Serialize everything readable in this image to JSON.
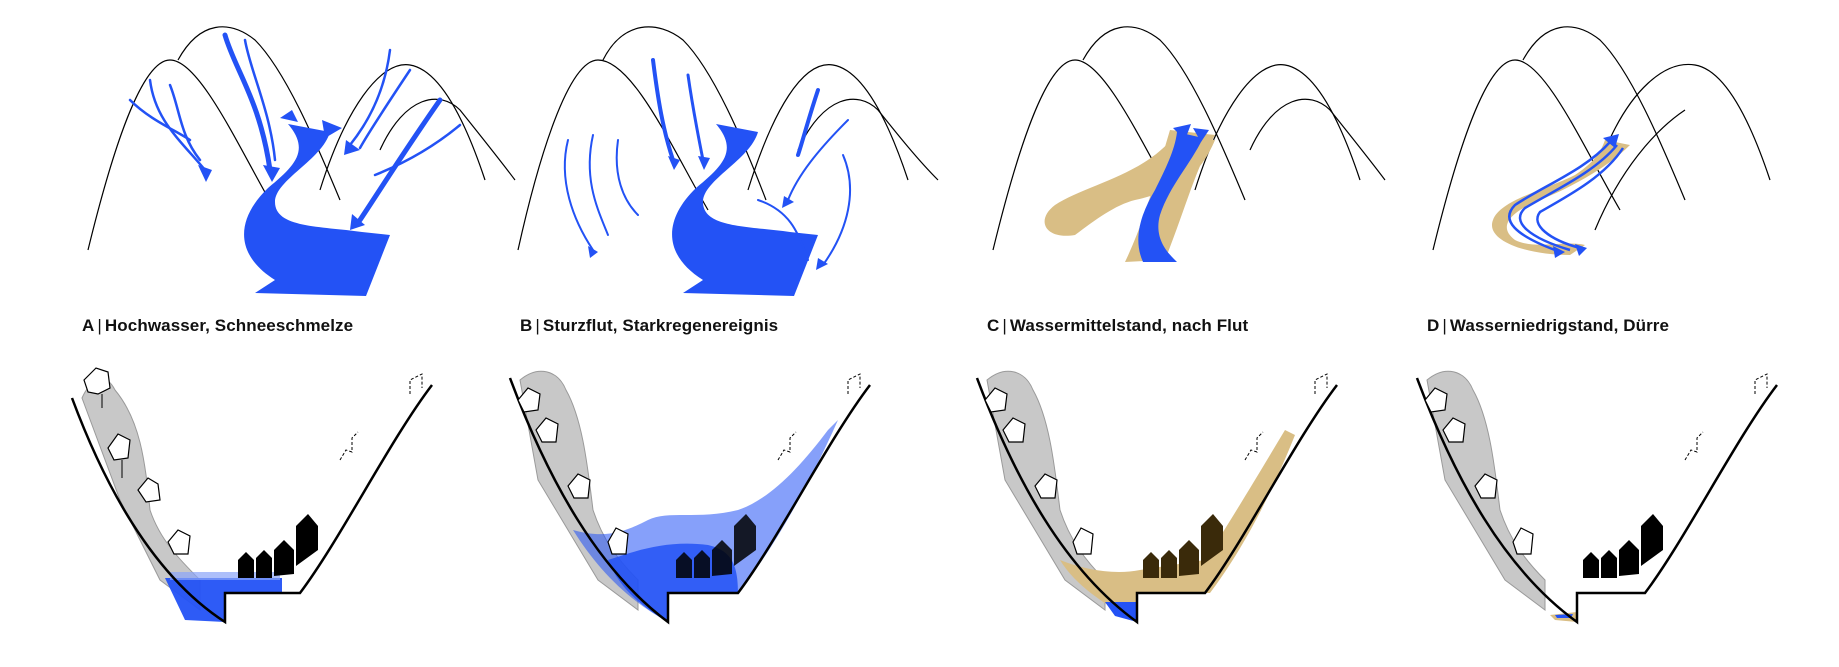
{
  "colors": {
    "water": "#2352f5",
    "sediment": "#d9be85",
    "rock": "#c8c8c8",
    "house": "#000000",
    "line": "#000000"
  },
  "panels": [
    {
      "letter": "A",
      "title": "Hochwasser, Schneeschmelze"
    },
    {
      "letter": "B",
      "title": "Sturzflut, Starkregenereignis"
    },
    {
      "letter": "C",
      "title": "Wassermittelstand, nach Flut"
    },
    {
      "letter": "D",
      "title": "Wasserniedrigstand, Dürre"
    }
  ]
}
